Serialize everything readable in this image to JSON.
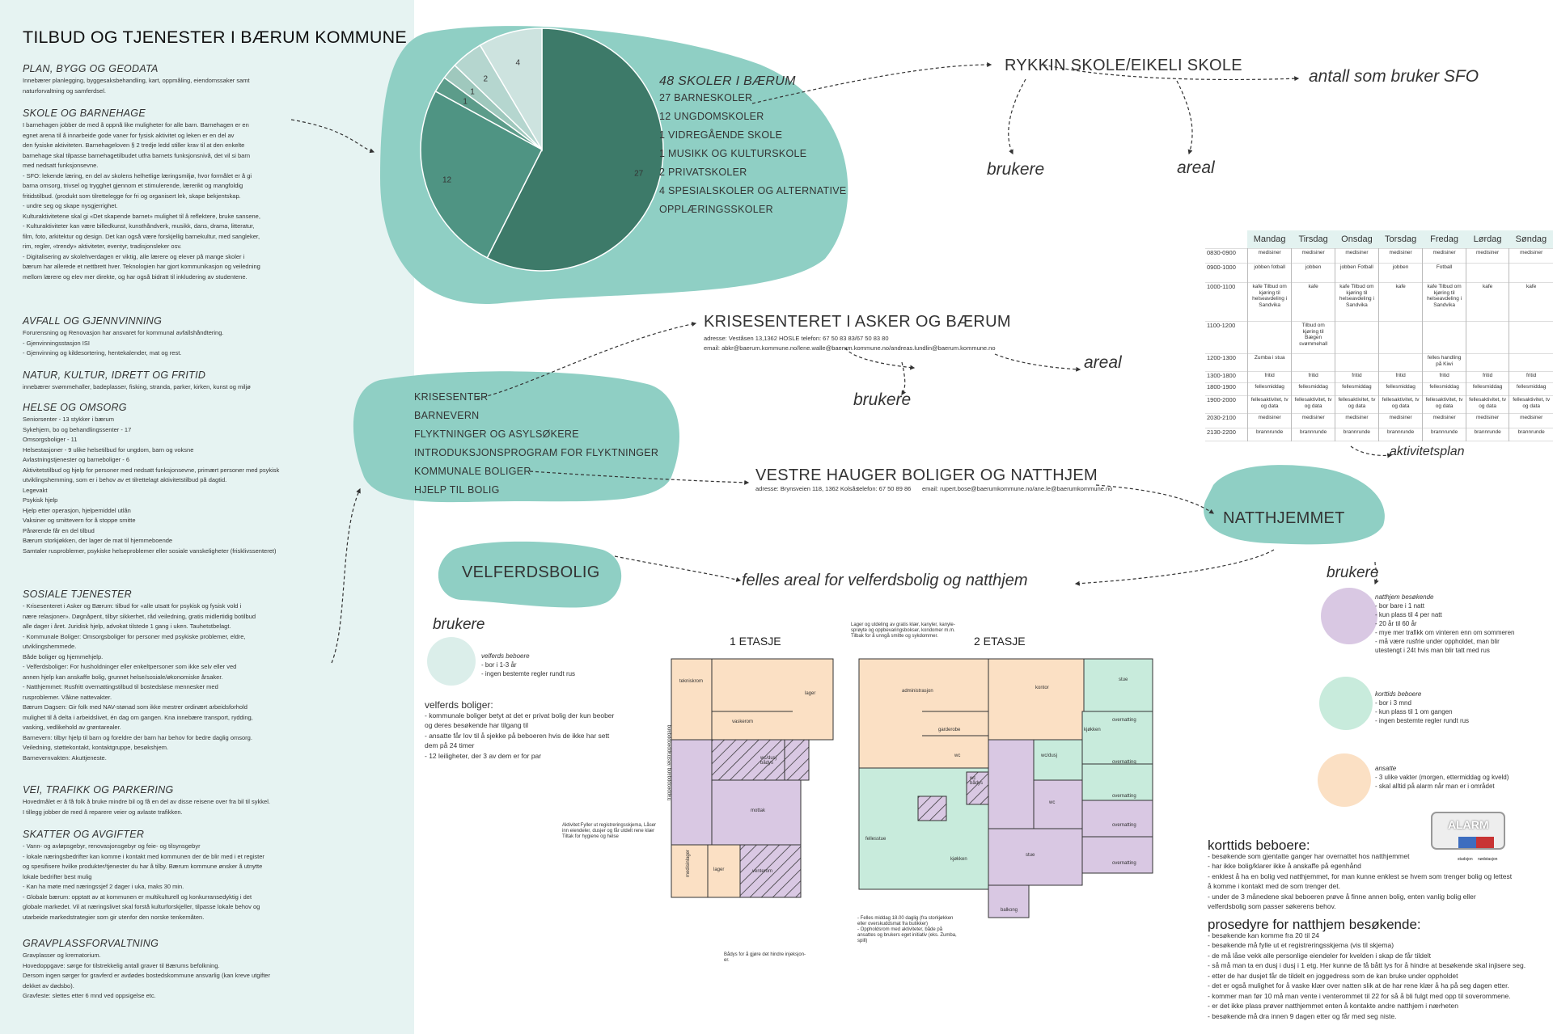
{
  "left": {
    "title": "TILBUD OG TJENESTER I BÆRUM KOMMUNE",
    "sections": [
      {
        "head": "PLAN, BYGG OG GEODATA",
        "lines": [
          "Innebærer planlegging, byggesaksbehandling, kart, oppmåling, eiendomssaker samt",
          "naturforvaltning og samferdsel."
        ]
      },
      {
        "head": "SKOLE OG BARNEHAGE",
        "lines": [
          "I barnehagen jobber de med å oppnå like muligheter for alle barn. Barnehagen er en",
          "egnet arena til å innarbeide gode vaner for fysisk aktivitet og leken er en del av",
          "den fysiske aktiviteten. Barnehageloven § 2 tredje ledd stiller krav til at den enkelte",
          "barnehage skal tilpasse barnehagetilbudet utfra barnets funksjonsnivå, det vil si barn",
          "med nedsatt funksjonsevne.",
          "- SFO: lekende læring, en del av skolens helhetlige læringsmiljø, hvor formålet er å gi",
          "barna omsorg, trivsel og trygghet gjennom et stimulerende, lærerikt og mangfoldig",
          "fritidstilbud. (produkt som tilrettelegge for fri og organisert lek, skape bekjentskap.",
          "- undre seg og skape nysgjerrighet.",
          "Kulturaktivitetene skal gi «Det skapende barnet» mulighet til å reflektere, bruke sansene,",
          "- Kulturaktiviteter kan være billedkunst, kunsthåndverk, musikk, dans, drama, litteratur,",
          "film, foto, arkitektur og design. Det kan også være forskjellig barnekultur, med sangleker,",
          " rim, regler, «trendy» aktiviteter, eventyr, tradisjonsleker osv.",
          "- Digitalisering av skolehverdagen er viktig, alle lærere og elever på mange skoler i",
          "bærum har allerede et nettbrett hver. Teknologien har gjort kommunikasjon og veiledning",
          " mellom lærere og elev mer direkte, og har også bidratt til inkludering av studentene."
        ]
      },
      {
        "head": "AVFALL OG GJENNVINNING",
        "lines": [
          "Forurensning og Renovasjon har ansvaret for kommunal avfallshåndtering.",
          "- Gjenvinningsstasjon ISI",
          "- Gjenvinning og kildesortering, hentekalender, mat og rest."
        ]
      },
      {
        "head": "NATUR, KULTUR, IDRETT OG FRITID",
        "lines": [
          "innebærer svømmehaller, badeplasser, fisking, stranda, parker, kirken, kunst og miljø"
        ]
      },
      {
        "head": "HELSE OG OMSORG",
        "lines": [
          "Seniorsenter - 13 stykker i bærum",
          "Sykehjem, bo og behandlingssenter - 17",
          "Omsorgsboliger - 11",
          "Helsestasjoner - 9 ulike helsetilbud for ungdom, barn og voksne",
          "Avlastningstjenester og barneboliger - 6",
          "Aktivitetstilbud og hjelp for personer med nedsatt funksjonsevne, primært personer med psykisk",
          "utviklingshemming, som er i behov av et tilrettelagt aktivitetstilbud på dagtid.",
          "Legevakt",
          "Psykisk hjelp",
          "Hjelp etter operasjon, hjelpemiddel utlån",
          "Vaksiner og smittevern for å stoppe smitte",
          "Pårørende får en del tilbud",
          "Bærum storkjøkken, der lager de mat til hjemmeboende",
          "Samtaler rusproblemer, psykiske helseproblemer eller sosiale vanskeligheter (frisklivssenteret)"
        ]
      },
      {
        "head": "SOSIALE TJENESTER",
        "lines": [
          "- Krisesenteret i Asker og Bærum: tilbud for «alle utsatt for psykisk og fysisk vold i",
          "nære relasjoner». Døgnåpent, tilbyr sikkerhet, råd veiledning, gratis midlertidig botilbud",
          "alle dager i året. Juridisk hjelp, advokat tilstede 1 gang i uken. Tauhetstbelagt.",
          "- Kommunale Boliger: Omsorgsboliger for personer med psykiske problemer, eldre,",
          "utviklingshemmede.",
          "Både boliger og hjemmehjelp.",
          "- Velferdsboliger: For husholdninger eller enkeltpersoner som ikke selv eller ved",
          "annen hjelp kan anskaffe bolig, grunnet helse/sosiale/økonomiske årsaker.",
          "- Natthjemmet: Rusfritt overnattingstilbud til bostedsløse mennesker med",
          "rusproblemer. Våkne nattevakter.",
          "Bærum Dagsen: Gir folk med NAV-stønad som ikke mestrer ordinært arbeidsforhold",
          "mulighet til å delta i arbeidslivet, én dag om gangen. Kna innebære transport, rydding,",
          "vasking, vedlikehold av grøntarealer.",
          "Barnevern: tilbyr hjelp til barn og foreldre der barn har behov for bedre daglig omsorg.",
          "Veiledning, støttekontakt, kontaktgruppe, besøkshjem.",
          "Barnevernvakten: Akuttjeneste."
        ]
      },
      {
        "head": "VEI, TRAFIKK OG PARKERING",
        "lines": [
          "Hovedmålet er å få folk å bruke mindre bil og få en del av disse reisene over fra bil til sykkel.",
          "I tillegg jobber de med å reparere veier og avlaste trafikken."
        ]
      },
      {
        "head": "SKATTER OG AVGIFTER",
        "lines": [
          "- Vann- og avløpsgebyr, renovasjonsgebyr og feie- og tilsynsgebyr",
          "- lokale næringsbedrifter kan komme i kontakt med kommunen der de blir med i et register",
          "og spesifisere hvilke produkter/tjenester du har å tilby. Bærum kommune ønsker å utnytte",
          "lokale bedrifter best mulig",
          "-  Kan ha møte med næringssjef 2 dager i uka, maks 30 min.",
          "-  Globale bærum: opptatt av at kommunen er multikulturell og konkurransedyktig i det",
          "globale markedet. Vil at næringslivet skal forstå kulturforskjeller, tilpasse lokale behov og",
          "utarbeide markedstrategier som gir utenfor den norske tenkemåten."
        ]
      },
      {
        "head": "GRAVPLASSFORVALTNING",
        "lines": [
          "Gravplasser og krematorium.",
          "Hovedoppgave: sørge for tilstrekkelig antall graver til Bærums befolkning.",
          "Dersom ingen sørger for gravferd er avdødes bostedskommune ansvarlig (kan kreve utgifter",
          "dekket av dødsbo).",
          "Gravfeste: slettes etter 6 mnd ved oppsigelse etc."
        ]
      }
    ]
  },
  "colors": {
    "teal": "#8fcfc4",
    "pie_dark": "#3d7a69",
    "pie_mid": "#4f9483",
    "pie_light": "#cde3df",
    "purple": "#d9c8e3",
    "peach": "#fbe0c4",
    "green": "#c8ebdc"
  },
  "chart_data": {
    "type": "pie",
    "title": "",
    "values": [
      27,
      12,
      1,
      1,
      2,
      4
    ],
    "slice_labels": [
      "27",
      "12",
      "1",
      "1",
      "2",
      "4"
    ],
    "colors": [
      "#3d7a69",
      "#4f9483",
      "#5c9c8a",
      "#9fc8bd",
      "#b5d6cf",
      "#cde3df"
    ]
  },
  "schools": {
    "headline": "48 SKOLER I BÆRUM",
    "lines": [
      "27 BARNESKOLER",
      "12 UNGDOMSKOLER",
      "1 VIDREGÅENDE SKOLE",
      "1 MUSIKK OG KULTURSKOLE",
      "2 PRIVATSKOLER",
      "4 SPESIALSKOLER OG ALTERNATIVE",
      "OPPLÆRINGSSKOLER"
    ]
  },
  "rykkin": {
    "title": "RYKKIN SKOLE/EIKELI SKOLE",
    "sfo": "antall som bruker SFO",
    "brukere": "brukere",
    "areal": "areal"
  },
  "krise": {
    "title": "KRISESENTERET I ASKER OG BÆRUM",
    "address": "adresse: Veståsen 13,1362 HOSLE telefon: 67 50 83 83/67 50 83 80",
    "email": "email: abkr@baerum.kommune.no/lene.walle@baerum.kommune.no/andreas.lundlin@baerum.kommune.no",
    "areal": "areal",
    "brukere": "brukere"
  },
  "social_blob": {
    "lines": [
      "KRISESENTER",
      "BARNEVERN",
      "FLYKTNINGER OG ASYLSØKERE",
      "INTRODUKSJONSPROGRAM FOR FLYKTNINGER",
      "KOMMUNALE BOLIGER",
      "HJELP TIL BOLIG"
    ]
  },
  "vestre": {
    "title": "VESTRE HAUGER BOLIGER OG NATTHJEM",
    "address": "adresse: Brynsveien 118, 1362 Kolsås",
    "phone": "telefon: 67 50 89 86",
    "email": "email: rupert.bose@baerumkommune.no/ane.le@baerumkommune.no"
  },
  "natthjem": {
    "title": "NATTHJEMMET",
    "aktivitet": "aktivitetsplan",
    "brukere": "brukere"
  },
  "velferd": {
    "title": "VELFERDSBOLIG",
    "brukere": "brukere",
    "felles": "felles areal for velferdsbolig og natthjem"
  },
  "schedule": {
    "days": [
      "Mandag",
      "Tirsdag",
      "Onsdag",
      "Torsdag",
      "Fredag",
      "Lørdag",
      "Søndag"
    ],
    "rows": [
      {
        "time": "0830-0900",
        "cells": [
          "medisiner",
          "medisiner",
          "medisiner",
          "medisiner",
          "medisiner",
          "medisiner",
          "medisiner"
        ]
      },
      {
        "time": "0900-1000",
        "cells": [
          "jobben fotball",
          "jobben",
          "jobben Fotball",
          "jobben",
          "Fotball",
          "",
          ""
        ]
      },
      {
        "time": "1000-1100",
        "cells": [
          "kafe Tilbud om kjøring til helseavdeling i Sandvika",
          "kafe",
          "kafe Tilbud om kjøring til helseavdeling i Sandvika",
          "kafe",
          "kafe Tilbud om kjøring til helseavdeling i Sandvika",
          "kafe",
          "kafe"
        ]
      },
      {
        "time": "1100-1200",
        "cells": [
          "",
          "Tilbud om kjøring til Bægen svømmehall",
          "",
          "",
          "",
          "",
          ""
        ]
      },
      {
        "time": "1200-1300",
        "cells": [
          "Zumba i stua",
          "",
          "",
          "",
          "felles handling på Kiwi",
          "",
          ""
        ]
      },
      {
        "time": "1300-1800",
        "cells": [
          "fritid",
          "fritid",
          "fritid",
          "fritid",
          "fritid",
          "fritid",
          "fritid"
        ]
      },
      {
        "time": "1800-1900",
        "cells": [
          "fellesmiddag",
          "fellesmiddag",
          "fellesmiddag",
          "fellesmiddag",
          "fellesmiddag",
          "fellesmiddag",
          "fellesmiddag"
        ]
      },
      {
        "time": "1900-2000",
        "cells": [
          "fellesaktivitet, tv og data",
          "fellesaktivitet, tv og data",
          "fellesaktivitet, tv og data",
          "fellesaktivitet, tv og data",
          "fellesaktivitet, tv og data",
          "fellesaktivitet, tv og data",
          "fellesaktivitet, tv og data"
        ]
      },
      {
        "time": "2030-2100",
        "cells": [
          "medisiner",
          "medisiner",
          "medisiner",
          "medisiner",
          "medisiner",
          "medisiner",
          "medisiner"
        ]
      },
      {
        "time": "2130-2200",
        "cells": [
          "brannrunde",
          "brannrunde",
          "brannrunde",
          "brannrunde",
          "brannrunde",
          "brannrunde",
          "brannrunde"
        ]
      }
    ]
  },
  "legend": {
    "natthjem": {
      "head": "natthjem besøkende",
      "lines": [
        "- bor bare i 1 natt",
        "- kun plass til 4 per natt",
        "- 20 år til 60 år",
        "- mye mer trafikk om vinteren enn om sommeren",
        "- må være rusfrie under oppholdet, man blir",
        "  utestengt i 24t hvis man blir tatt med rus"
      ]
    },
    "korttids": {
      "head": "korttids beboere",
      "lines": [
        "- bor i 3 mnd",
        "- kun plass til 1 om gangen",
        "- ingen bestemte regler rundt rus"
      ]
    },
    "ansatte": {
      "head": "ansatte",
      "lines": [
        "- 3 ulike vakter (morgen, ettermiddag og kveld)",
        "- skal alltid på alarm når man er i området"
      ]
    },
    "velferd": {
      "head": "velferds beboere",
      "lines": [
        "- bor i 1-3 år",
        "- ingen bestemte regler rundt rus"
      ]
    }
  },
  "alarm": {
    "label": "ALARM",
    "left": "studsjon",
    "right": "nødstasjon"
  },
  "velferd_text": {
    "head": "velferds boliger:",
    "lines": [
      "- kommunale boliger betyt at det er privat bolig der kun beober",
      "og deres besøkende har tilgang til",
      "- ansatte får lov til å sjekke på beboeren hvis de ikke har sett",
      "dem på 24 timer",
      "- 12 leiligheter, der 3 av dem er for par"
    ]
  },
  "korttids_text": {
    "head": "korttids beboere:",
    "lines": [
      "- besøkende som gjentatte ganger har overnattet hos natthjemmet",
      "- har ikke bolig/klarer ikke å anskaffe på egenhånd",
      "- enklest å ha en bolig ved natthjemmet, for man kunne enklest se hvem som trenger bolig og lettest",
      "  å komme i kontakt med de som trenger det.",
      "- under de 3 månedene skal beboeren prøve å finne annen bolig, enten vanlig bolig eller",
      "  velferdsbolig som passer søkerens behov."
    ]
  },
  "prosedyre_text": {
    "head": "prosedyre for natthjem besøkende:",
    "lines": [
      "- besøkende kan komme fra 20 til 24",
      "- besøkende må fylle ut et registreringsskjema (vis til skjema)",
      "- de må låse vekk alle personlige eiendeler for kvelden i skap de får tildelt",
      "- så må man ta en dusj i dusj i 1 etg. Her kunne de få bått lys for å hindre at besøkende skal injisere seg.",
      "- etter de har dusjet får de tildelt en joggedress som de kan bruke under oppholdet",
      "- det er også mulighet for å vaske klær over natten slik at de har rene klær å ha på seg dagen etter.",
      "- kommer man før 10 må man vente i venterommet til 22 for så å bli fulgt med opp til soverommene.",
      "- er det ikke plass prøver natthjemmet enten å kontakte andre natthjem i nærheten",
      "- besøkende må dra innen 9 dagen etter og får med seg niste."
    ]
  },
  "floor": {
    "etasje1": "1 ETASJE",
    "etasje2": "2 ETASJE",
    "rooms1": {
      "tekniskrom": "tekniskrom",
      "lager": "lager",
      "vaskerom": "vaskerom",
      "wc_bad": "wc/dusj bådys",
      "mottak": "mottak",
      "trappeoppgang": "trappeoppgang /ekstrappeoppgang",
      "medisinlager": "medisinlager",
      "lager2": "lager",
      "venterom": "venterom"
    },
    "rooms2": {
      "administrasjon": "administrasjon",
      "kontor": "kontor",
      "stue": "stue",
      "garderobe": "garderobe",
      "wc": "wc",
      "wcdusj": "wc/dusj",
      "kjokken": "kjøkken",
      "overnatting": "overnatting",
      "bodys": "wc bådys",
      "wc2": "wc",
      "fellesstue": "fellesstue",
      "kjokken2": "kjøkken",
      "stue2": "stue",
      "balkong": "balkong"
    },
    "note_top": [
      "Lager og utdeling av gratis klær, kanyler, kanyle-",
      "sprøyte og oppbevaringsbokser, kondomer m.m.",
      "Tilbak for å unngå smitte og sykdommer."
    ],
    "note_left": [
      "Aktivitet:Fyller ut registreringsskjema, Låser",
      "inn eiendeler, dusjer og får utdelt rene klær",
      "Tiltak for hygiene og helse"
    ],
    "note_bottom": [
      "Bådys for å gjøre det hindre injeksjon-",
      "er."
    ],
    "note_bottom2": [
      "- Felles middag 18.00 daglig (fra storkjøkken",
      "eller overskuddsmat fra butikker)",
      "- Oppholdsrom med aktiviteter, både på",
      "ansattes og brukers eget initiativ (eks. Zumba,",
      "spill)"
    ]
  }
}
